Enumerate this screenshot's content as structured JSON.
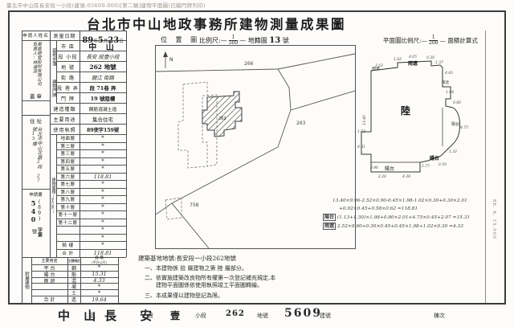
{
  "caption": "臺北市中山區長安段一小段(建號:05609-000)[第二類]建物平面圖(已編門牌列印)",
  "title": "台北市中山地政事務所建物測量成果圖",
  "header": {
    "loc_title": "位 置 圖",
    "scale_label": "比例尺:",
    "loc_num": "1",
    "loc_den": "500",
    "cad_label": "地籍圖",
    "cad_no": "13",
    "cad_unit": "號",
    "plan_label": "平面圖比例尺:",
    "plan_num": "1",
    "plan_den": "200",
    "calc_label": "面積計算式"
  },
  "applicant": {
    "name_label": "申請人姓名",
    "name1": "萬昌開發股份有限公司",
    "name2": "負責人:林滄浪",
    "seal": "蓋  章",
    "addr_label": "住  址",
    "addr1": "台北市中山北路2段",
    "addr2": "27號13樓",
    "app_label": "申請書",
    "app_prefix": "(89)",
    "app_mid": "字第",
    "app_no": "540",
    "app_unit": "號"
  },
  "survey": {
    "date_label": "測量日期",
    "y": "89",
    "y_u": "年",
    "m": "5",
    "m_u": "月",
    "d": "23",
    "d_u": "日"
  },
  "site": {
    "group": "基地坐落",
    "rows": [
      {
        "label": "市  區",
        "value": "中 山"
      },
      {
        "label": "段 小段",
        "value": "長安 段壹小段"
      },
      {
        "label": "地  號",
        "value": "262 地號"
      }
    ]
  },
  "door": {
    "group": "建物門牌",
    "rows": [
      {
        "label": "街  路",
        "value": "龍江 街路"
      },
      {
        "label": "段 巷 弄",
        "value": "段 71巷  弄"
      },
      {
        "label": "門  牌",
        "value": "19 號陸樓"
      }
    ]
  },
  "attrs": [
    {
      "label": "建造種類",
      "value": "鋼筋混凝土造"
    },
    {
      "label": "主要用途",
      "value": "集合住宅"
    },
    {
      "label": "使用執照",
      "value": "89使字159號"
    }
  ],
  "areas": {
    "group": "建物面積",
    "unit": "(平方公尺)",
    "rows": [
      {
        "l": "地面層",
        "v": "*"
      },
      {
        "l": "第二層",
        "v": "*"
      },
      {
        "l": "第三層",
        "v": "*"
      },
      {
        "l": "第四層",
        "v": "*"
      },
      {
        "l": "第五層",
        "v": "*"
      },
      {
        "l": "第六層",
        "v": "118.81"
      },
      {
        "l": "第七層",
        "v": "*"
      },
      {
        "l": "第八層",
        "v": "*"
      },
      {
        "l": "第九層",
        "v": "*"
      },
      {
        "l": "第十層",
        "v": "*"
      },
      {
        "l": "第十一層",
        "v": "*"
      },
      {
        "l": "第十二層",
        "v": "*"
      },
      {
        "l": "",
        "v": "*"
      },
      {
        "l": "",
        "v": "*"
      },
      {
        "l": "騎  樓",
        "v": "*"
      },
      {
        "l": "合  計",
        "v": "118.81"
      }
    ]
  },
  "annex": {
    "group": "附屬建物",
    "use_h": "主要用途",
    "struct_h": "主體構造",
    "area_h1": "面  積",
    "area_h2": "(平方公尺)",
    "struct": [
      "鋼",
      "筋",
      "混",
      "凝",
      "土",
      "造"
    ],
    "rows": [
      {
        "use": "平 台",
        "area": "*"
      },
      {
        "use": "陽 台",
        "area": "15.31"
      },
      {
        "use": "雨 遮",
        "area": "4.33"
      },
      {
        "use": "",
        "area": "*"
      },
      {
        "use": "",
        "area": "*"
      },
      {
        "use": "合 計",
        "area": "19.64"
      }
    ]
  },
  "notes": {
    "site": "建築基地地號:長安段一小段262地號",
    "n1": "一、本建物係 拾 層建物之第 陸 層部分。",
    "n2": "二、依實施建築改良物所有權第一次登記補充規定,本",
    "n2b": "建物平面圖係依使用執照竣工平面圖轉繪。",
    "n3": "三、本成果僅以建物登記為限。"
  },
  "calc": {
    "l1": "13.40×9.96-2.52×0.90-0.45×1.98-1.02×0.30+0.30×2.01",
    "l2": "+0.92×0.45+0.58×0.62 =118.81",
    "bal_label": "陽台",
    "l3": "(1.13+1.30)×1.98+0.80×2.01+4.75×0.45+2.07 =15.31",
    "canopy_label": "雨遮",
    "l4": "2.52×0.90+0.30×0.45+0.45×1.98+1.02×0.30 =4.33"
  },
  "plan": {
    "unit_floor": "陸",
    "balcony": "陽台",
    "balcony_stamp": "陽台",
    "balcony_right": "陽台",
    "canopy1": "雨遮",
    "canopy_stamp": "雨遮",
    "canopy_right": "雨遮",
    "dims": [
      "2.52",
      "1.02",
      "4.05",
      "0.30",
      "1.37",
      "4.43",
      "1.98",
      "0.80",
      "4.75",
      "1.32",
      "0.50",
      "1.77",
      "4.38",
      "2.20",
      "13.40",
      "1.52",
      "4.81",
      "0.96"
    ]
  },
  "locmap": {
    "north": "N",
    "p1": "266",
    "p2": "263",
    "p3": "758",
    "subject": "262"
  },
  "footer": {
    "district": "中 山",
    "district_u": "區",
    "section": "長 安",
    "section_u": "段",
    "subsection": "壹",
    "subsection_u": "小段",
    "parcel": "262",
    "parcel_u": "地號",
    "building_no": "5609",
    "building_u": "建號",
    "unit_label": "棟次"
  },
  "print_info": "86. 6. 15,000"
}
